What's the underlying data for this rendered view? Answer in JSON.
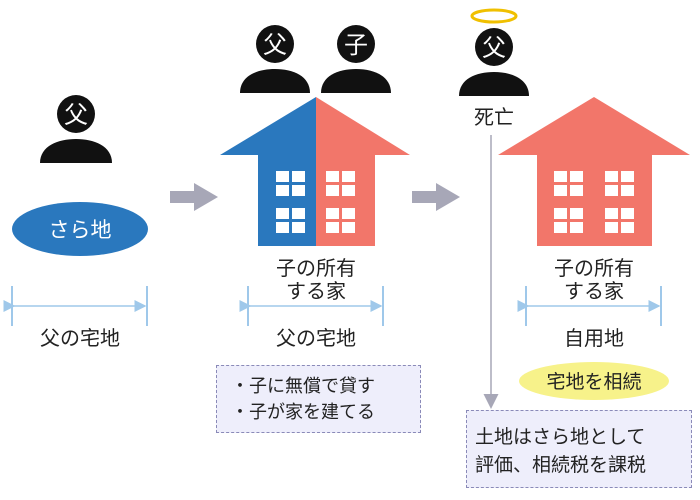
{
  "figures": {
    "father_glyph": "父",
    "child_glyph": "子"
  },
  "labels": {
    "sarachi": "さら地",
    "father_land": "父の宅地",
    "child_house_line1": "子の所有",
    "child_house_line2": "する家",
    "death": "死亡",
    "own_use_land": "自用地",
    "inherit_badge": "宅地を相続"
  },
  "conditions": [
    "・子に無償で貸す",
    "・子が家を建てる"
  ],
  "conclusion": [
    "土地はさら地として",
    "評価、相続税を課税"
  ],
  "colors": {
    "blue": "#2a78be",
    "salmon": "#f2766a",
    "sarachi_fill": "#2a78be",
    "badge_fill": "#f7f28a",
    "person": "#111111",
    "halo": "#f0c000",
    "arrow": "#a7a7b7",
    "dimension": "#9fc8ea",
    "box_fill": "#eeeefb",
    "box_border": "#8a8ab8"
  }
}
